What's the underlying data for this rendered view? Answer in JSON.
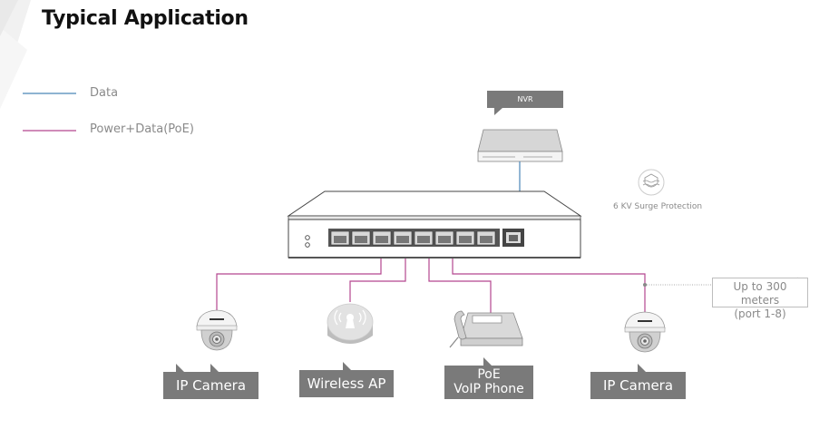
{
  "title": "Typical Application",
  "legend": [
    {
      "label": "Data",
      "color": "#4a86b8"
    },
    {
      "label": "Power+Data(PoE)",
      "color": "#b4468f"
    }
  ],
  "devices": {
    "nvr": {
      "label": "NVR"
    },
    "switch": {
      "ports_poe": 8,
      "ports_uplink": 1
    },
    "ip_camera_left": {
      "label": "IP Camera"
    },
    "wireless_ap": {
      "label": "Wireless AP"
    },
    "voip_phone": {
      "label_line1": "PoE",
      "label_line2": "VoIP Phone"
    },
    "ip_camera_right": {
      "label": "IP Camera"
    }
  },
  "features": {
    "surge": {
      "label": "6 KV Surge Protection",
      "icon": "shield-wave-icon"
    }
  },
  "distance_note": {
    "line1": "Up to 300 meters",
    "line2": "(port 1-8)"
  },
  "colors": {
    "data_line": "#4a86b8",
    "poe_line": "#b4468f",
    "tag_bg": "#7a7a7a"
  }
}
